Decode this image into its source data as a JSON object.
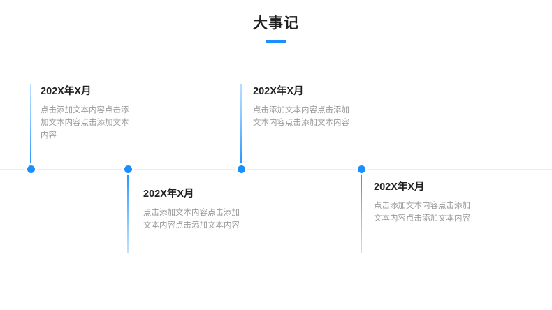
{
  "header": {
    "title": "大事记",
    "accent_color": "#1890ff"
  },
  "theme": {
    "accent": "#1890ff",
    "dot": "#1890ff",
    "axis": "#ededed",
    "title_text": "#1f1f1f",
    "body_text": "#9a9a9a",
    "background": "#ffffff"
  },
  "timeline": {
    "axis_label": "timeline-axis",
    "milestones": [
      {
        "id": "milestone-1",
        "position": "above",
        "title": "202X年X月",
        "body": "点击添加文本内容点击添加文本内容点击添加文本内容"
      },
      {
        "id": "milestone-2",
        "position": "below",
        "title": "202X年X月",
        "body": "点击添加文本内容点击添加文本内容点击添加文本内容"
      },
      {
        "id": "milestone-3",
        "position": "above",
        "title": "202X年X月",
        "body": "点击添加文本内容点击添加文本内容点击添加文本内容"
      },
      {
        "id": "milestone-4",
        "position": "below",
        "title": "202X年X月",
        "body": "点击添加文本内容点击添加文本内容点击添加文本内容"
      }
    ]
  }
}
